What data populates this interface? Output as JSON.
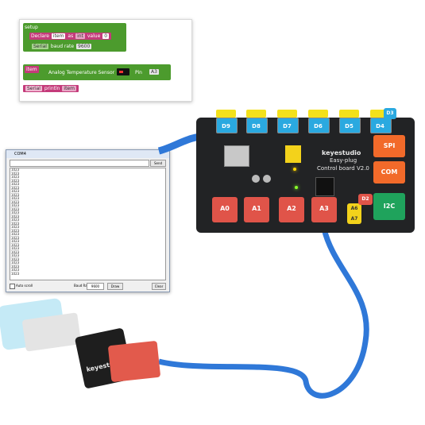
{
  "code_blocks": {
    "setup": "setup",
    "declare": "Declare",
    "var_name": "item",
    "as": "as",
    "type": "int",
    "value_label": "value",
    "value": "0",
    "serial": "Serial",
    "baud_label": "baud rate",
    "baud": "9600",
    "item_assign": "item",
    "sensor": "Analog Temperature Sensor",
    "pin_label": "Pin",
    "pin": "A3",
    "serial2": "Serial",
    "println": "println",
    "item_print": "item"
  },
  "serial_monitor": {
    "title": "COM4",
    "send": "Send",
    "lines": [
      "1023",
      "1023",
      "1023",
      "1023",
      "1023",
      "1023",
      "1023",
      "1023",
      "1023",
      "1023",
      "1023",
      "1023",
      "1023",
      "1023",
      "1023",
      "1023",
      "1023",
      "1023",
      "1023",
      "1023",
      "1023",
      "1023",
      "1023",
      "1023",
      "1023",
      "1023",
      "1023",
      "1023",
      "1023",
      "1023"
    ],
    "autoscroll": "Auto scroll",
    "baud_label": "Baud Rate",
    "baud": "9600",
    "draw": "Draw",
    "clear": "Clear"
  },
  "board": {
    "brand": "keyestudio",
    "name": "Easy-plug",
    "model": "Control board V2.0",
    "top_ports": [
      "D9",
      "D8",
      "D7",
      "D6",
      "D5",
      "D4"
    ],
    "top_right": "D3",
    "right_ports": [
      "SPI",
      "COM",
      "I2C"
    ],
    "bottom_ports": [
      "A0",
      "A1",
      "A2",
      "A3"
    ],
    "small_ports": [
      "A6",
      "A7",
      "D2"
    ]
  },
  "module": {
    "brand": "keyestudio"
  }
}
